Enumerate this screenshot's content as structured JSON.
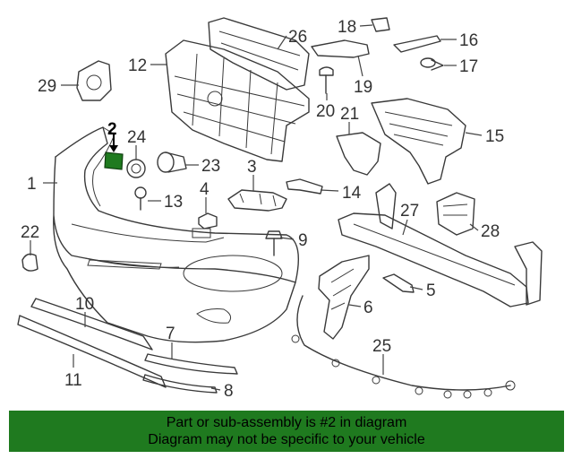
{
  "diagram": {
    "highlight_color": "#1f7a1f",
    "callouts": [
      {
        "id": "c1",
        "text": "1",
        "highlight": false
      },
      {
        "id": "c2",
        "text": "2",
        "highlight": true
      },
      {
        "id": "c3",
        "text": "3",
        "highlight": false
      },
      {
        "id": "c4",
        "text": "4",
        "highlight": false
      },
      {
        "id": "c5",
        "text": "5",
        "highlight": false
      },
      {
        "id": "c6",
        "text": "6",
        "highlight": false
      },
      {
        "id": "c7",
        "text": "7",
        "highlight": false
      },
      {
        "id": "c8",
        "text": "8",
        "highlight": false
      },
      {
        "id": "c9",
        "text": "9",
        "highlight": false
      },
      {
        "id": "c10",
        "text": "10",
        "highlight": false
      },
      {
        "id": "c11",
        "text": "11",
        "highlight": false
      },
      {
        "id": "c12",
        "text": "12",
        "highlight": false
      },
      {
        "id": "c13",
        "text": "13",
        "highlight": false
      },
      {
        "id": "c14",
        "text": "14",
        "highlight": false
      },
      {
        "id": "c15",
        "text": "15",
        "highlight": false
      },
      {
        "id": "c16",
        "text": "16",
        "highlight": false
      },
      {
        "id": "c17",
        "text": "17",
        "highlight": false
      },
      {
        "id": "c18",
        "text": "18",
        "highlight": false
      },
      {
        "id": "c19",
        "text": "19",
        "highlight": false
      },
      {
        "id": "c20",
        "text": "20",
        "highlight": false
      },
      {
        "id": "c21",
        "text": "21",
        "highlight": false
      },
      {
        "id": "c22",
        "text": "22",
        "highlight": false
      },
      {
        "id": "c23",
        "text": "23",
        "highlight": false
      },
      {
        "id": "c24",
        "text": "24",
        "highlight": false
      },
      {
        "id": "c25",
        "text": "25",
        "highlight": false
      },
      {
        "id": "c26",
        "text": "26",
        "highlight": false
      },
      {
        "id": "c27",
        "text": "27",
        "highlight": false
      },
      {
        "id": "c28",
        "text": "28",
        "highlight": false
      },
      {
        "id": "c29",
        "text": "29",
        "highlight": false
      }
    ]
  },
  "banner": {
    "line1": "Part or sub-assembly is #2 in diagram",
    "line2": "Diagram may not be specific to your vehicle"
  }
}
